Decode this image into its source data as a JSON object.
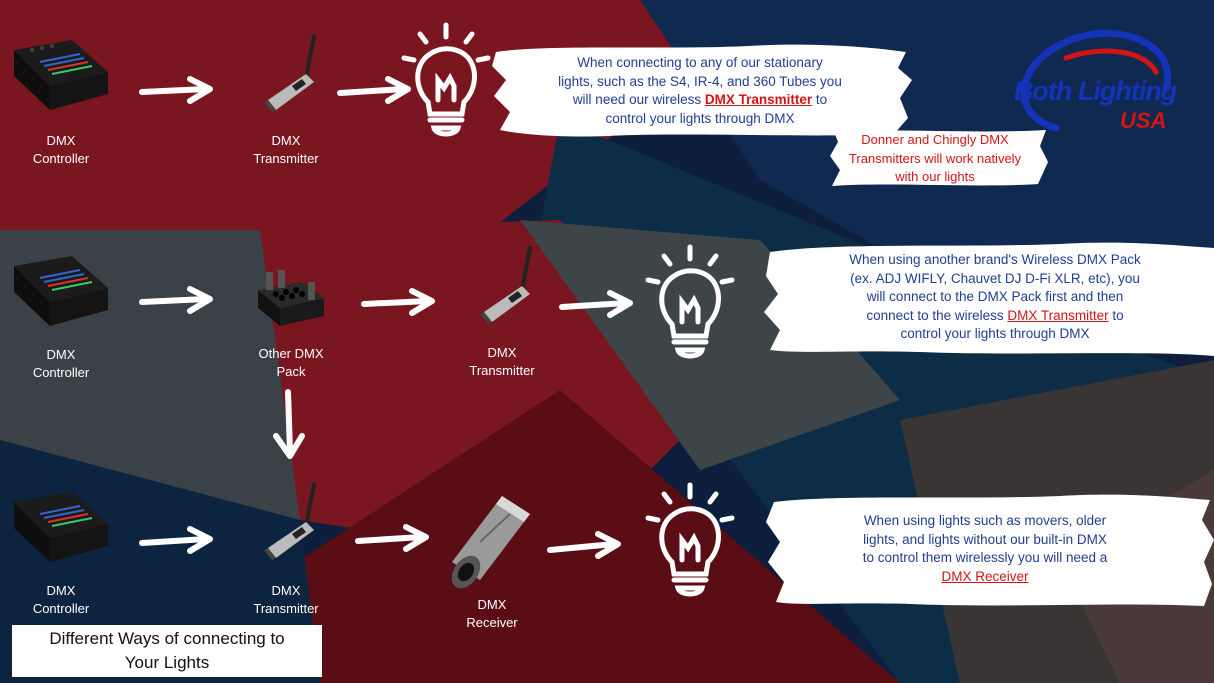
{
  "row1": {
    "controller_label": [
      "DMX",
      "Controller"
    ],
    "transmitter_label": [
      "DMX",
      "Transmitter"
    ],
    "note": {
      "line1": "When connecting to any of our stationary",
      "line2": "lights, such as the S4, IR-4, and 360 Tubes you",
      "line3_pre": "will need our wireless ",
      "line3_link": "DMX Transmitter",
      "line3_post": " to",
      "line4": "control your lights through DMX"
    },
    "side_note": [
      "Donner and Chingly DMX",
      "Transmitters will work natively",
      "with our lights"
    ]
  },
  "row2": {
    "controller_label": [
      "DMX",
      "Controller"
    ],
    "pack_label": [
      "Other DMX",
      "Pack"
    ],
    "transmitter_label": [
      "DMX",
      "Transmitter"
    ],
    "note": {
      "line1": "When using another brand's Wireless DMX Pack",
      "line2": "(ex. ADJ WIFLY, Chauvet DJ D-Fi XLR, etc), you",
      "line3": "will connect to the DMX Pack first and then",
      "line4_pre": "connect to the wireless ",
      "line4_link": "DMX Transmitter",
      "line4_post": " to",
      "line5": "control your lights through DMX"
    }
  },
  "row3": {
    "controller_label": [
      "DMX",
      "Controller"
    ],
    "transmitter_label": [
      "DMX",
      "Transmitter"
    ],
    "receiver_label": [
      "DMX",
      "Receiver"
    ],
    "note": {
      "line1": "When using lights such as movers, older",
      "line2": "lights, and lights without our built-in DMX",
      "line3": "to control them wirelessly  you will need a",
      "line4_link": "DMX Receiver"
    }
  },
  "logo": {
    "line1": "Both Lighting",
    "line2": "USA"
  },
  "title": {
    "line1": "Different Ways of connecting to",
    "line2": "Your Lights"
  },
  "colors": {
    "accent_red": "#d31515",
    "note_blue": "#1f3f8f"
  }
}
